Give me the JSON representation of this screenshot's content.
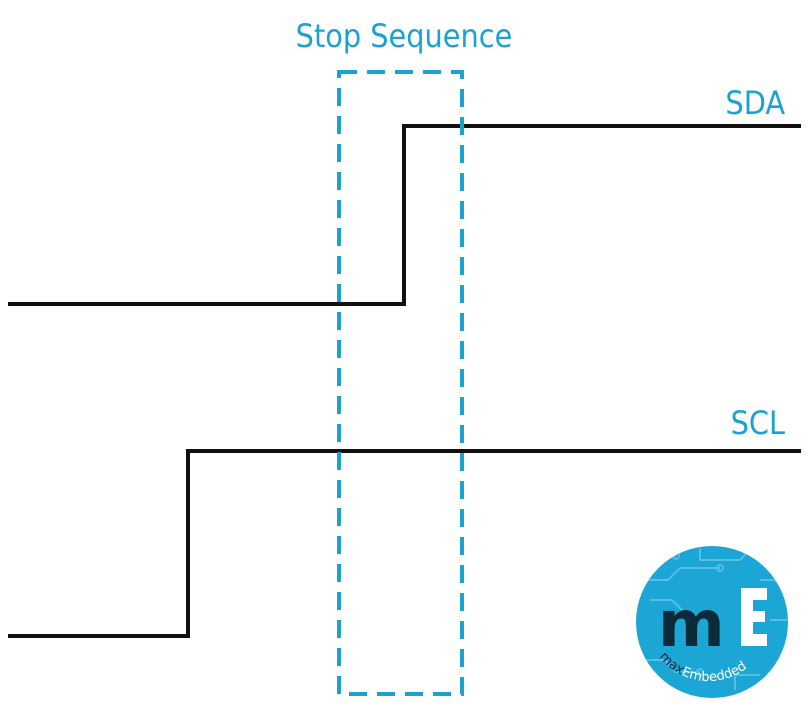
{
  "title": "Stop Sequence",
  "signals": [
    {
      "name": "SDA",
      "levels": [
        "low",
        "high"
      ]
    },
    {
      "name": "SCL",
      "levels": [
        "low",
        "high"
      ]
    }
  ],
  "highlight": {
    "label": "Stop Sequence"
  },
  "logo": {
    "mark": "mE",
    "caption_lead": "max",
    "caption_rest": "Embedded"
  },
  "colors": {
    "accent": "#1aa3d1",
    "signal": "#111111",
    "logo_bg": "#1ba6d6",
    "logo_ink": "#0b2a3a",
    "logo_light": "#ffffff"
  }
}
